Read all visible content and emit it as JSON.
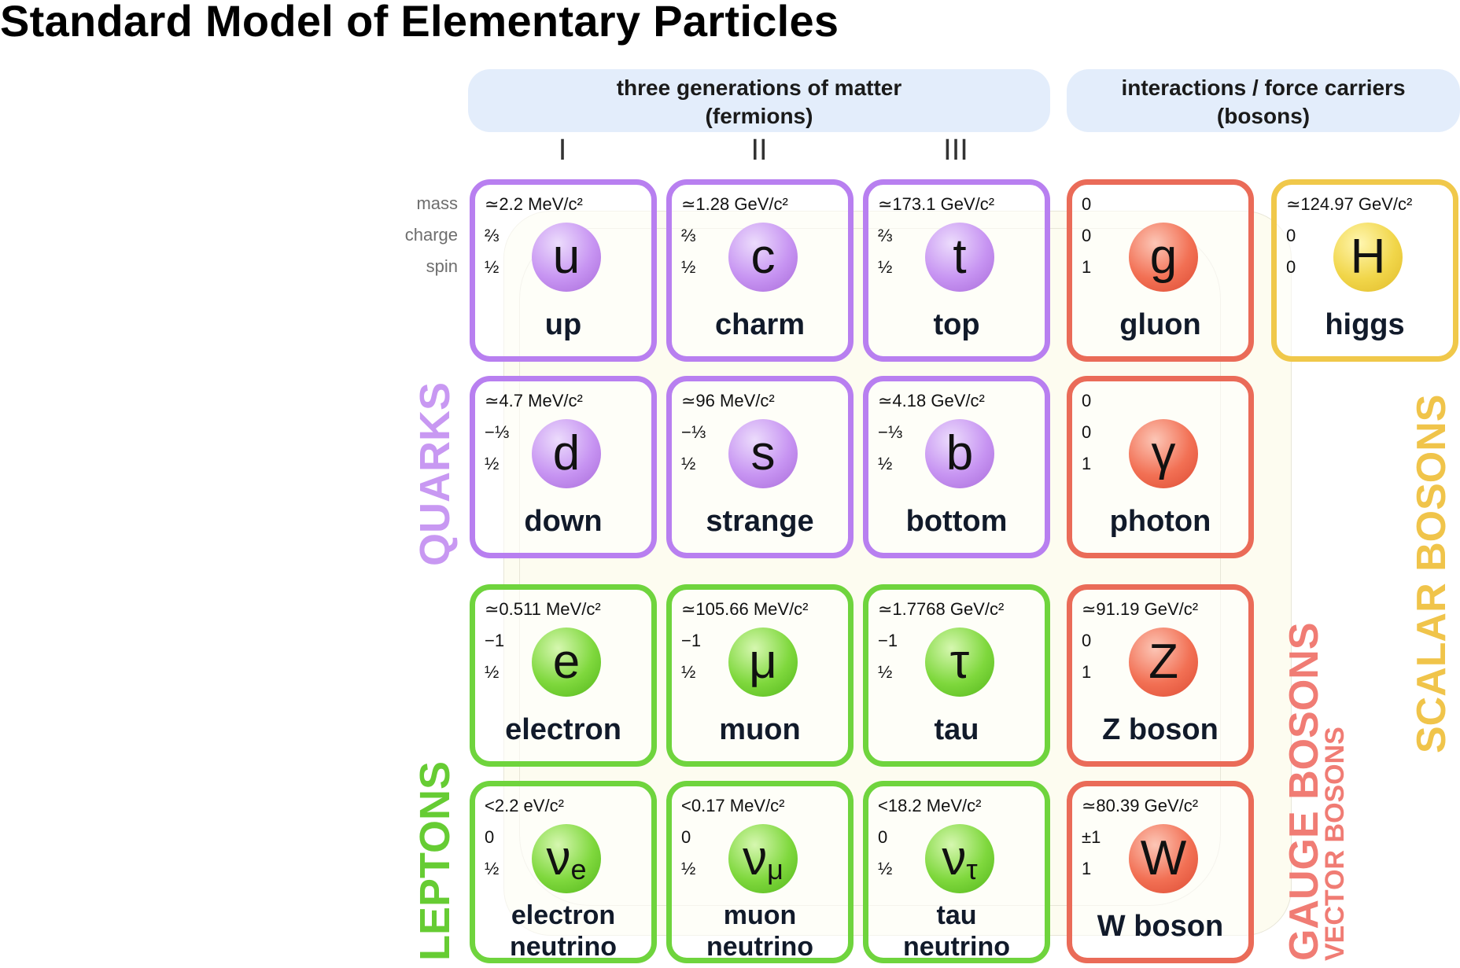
{
  "title": "Standard Model of Elementary Particles",
  "headers": {
    "fermions": [
      "three generations of matter",
      "(fermions)"
    ],
    "bosons": [
      "interactions / force carriers",
      "(bosons)"
    ]
  },
  "generations": [
    "I",
    "II",
    "III"
  ],
  "property_labels": {
    "mass": "mass",
    "charge": "charge",
    "spin": "spin"
  },
  "categories": {
    "quarks": "QUARKS",
    "leptons": "LEPTONS",
    "gauge_bosons": "GAUGE BOSONS",
    "vector_bosons": "VECTOR BOSONS",
    "scalar_bosons": "SCALAR BOSONS"
  },
  "colors": {
    "quark": "#b87ff0",
    "lepton": "#6fd43d",
    "gauge": "#ea6b58",
    "higgs": "#f0c84a",
    "header_bg": "#e3edfb"
  },
  "particles": [
    {
      "id": "up",
      "symbol": "u",
      "sub": "",
      "name": [
        "up"
      ],
      "mass": "≃2.2 MeV/c²",
      "charge": "⅔",
      "spin": "½",
      "kind": "quark"
    },
    {
      "id": "charm",
      "symbol": "c",
      "sub": "",
      "name": [
        "charm"
      ],
      "mass": "≃1.28 GeV/c²",
      "charge": "⅔",
      "spin": "½",
      "kind": "quark"
    },
    {
      "id": "top",
      "symbol": "t",
      "sub": "",
      "name": [
        "top"
      ],
      "mass": "≃173.1 GeV/c²",
      "charge": "⅔",
      "spin": "½",
      "kind": "quark"
    },
    {
      "id": "gluon",
      "symbol": "g",
      "sub": "",
      "name": [
        "gluon"
      ],
      "mass": "0",
      "charge": "0",
      "spin": "1",
      "kind": "gauge"
    },
    {
      "id": "higgs",
      "symbol": "H",
      "sub": "",
      "name": [
        "higgs"
      ],
      "mass": "≃124.97 GeV/c²",
      "charge": "0",
      "spin": "0",
      "kind": "higgs"
    },
    {
      "id": "down",
      "symbol": "d",
      "sub": "",
      "name": [
        "down"
      ],
      "mass": "≃4.7 MeV/c²",
      "charge": "−⅓",
      "spin": "½",
      "kind": "quark"
    },
    {
      "id": "strange",
      "symbol": "s",
      "sub": "",
      "name": [
        "strange"
      ],
      "mass": "≃96 MeV/c²",
      "charge": "−⅓",
      "spin": "½",
      "kind": "quark"
    },
    {
      "id": "bottom",
      "symbol": "b",
      "sub": "",
      "name": [
        "bottom"
      ],
      "mass": "≃4.18 GeV/c²",
      "charge": "−⅓",
      "spin": "½",
      "kind": "quark"
    },
    {
      "id": "photon",
      "symbol": "γ",
      "sub": "",
      "name": [
        "photon"
      ],
      "mass": "0",
      "charge": "0",
      "spin": "1",
      "kind": "gauge"
    },
    {
      "id": "electron",
      "symbol": "e",
      "sub": "",
      "name": [
        "electron"
      ],
      "mass": "≃0.511 MeV/c²",
      "charge": "−1",
      "spin": "½",
      "kind": "lepton"
    },
    {
      "id": "muon",
      "symbol": "μ",
      "sub": "",
      "name": [
        "muon"
      ],
      "mass": "≃105.66 MeV/c²",
      "charge": "−1",
      "spin": "½",
      "kind": "lepton"
    },
    {
      "id": "tau",
      "symbol": "τ",
      "sub": "",
      "name": [
        "tau"
      ],
      "mass": "≃1.7768 GeV/c²",
      "charge": "−1",
      "spin": "½",
      "kind": "lepton"
    },
    {
      "id": "z-boson",
      "symbol": "Z",
      "sub": "",
      "name": [
        "Z boson"
      ],
      "mass": "≃91.19 GeV/c²",
      "charge": "0",
      "spin": "1",
      "kind": "gauge"
    },
    {
      "id": "electron-neutrino",
      "symbol": "ν",
      "sub": "e",
      "name": [
        "electron",
        "neutrino"
      ],
      "mass": "<2.2 eV/c²",
      "charge": "0",
      "spin": "½",
      "kind": "lepton"
    },
    {
      "id": "muon-neutrino",
      "symbol": "ν",
      "sub": "μ",
      "name": [
        "muon",
        "neutrino"
      ],
      "mass": "<0.17 MeV/c²",
      "charge": "0",
      "spin": "½",
      "kind": "lepton"
    },
    {
      "id": "tau-neutrino",
      "symbol": "ν",
      "sub": "τ",
      "name": [
        "tau",
        "neutrino"
      ],
      "mass": "<18.2 MeV/c²",
      "charge": "0",
      "spin": "½",
      "kind": "lepton"
    },
    {
      "id": "w-boson",
      "symbol": "W",
      "sub": "",
      "name": [
        "W boson"
      ],
      "mass": "≃80.39 GeV/c²",
      "charge": "±1",
      "spin": "1",
      "kind": "gauge"
    }
  ]
}
